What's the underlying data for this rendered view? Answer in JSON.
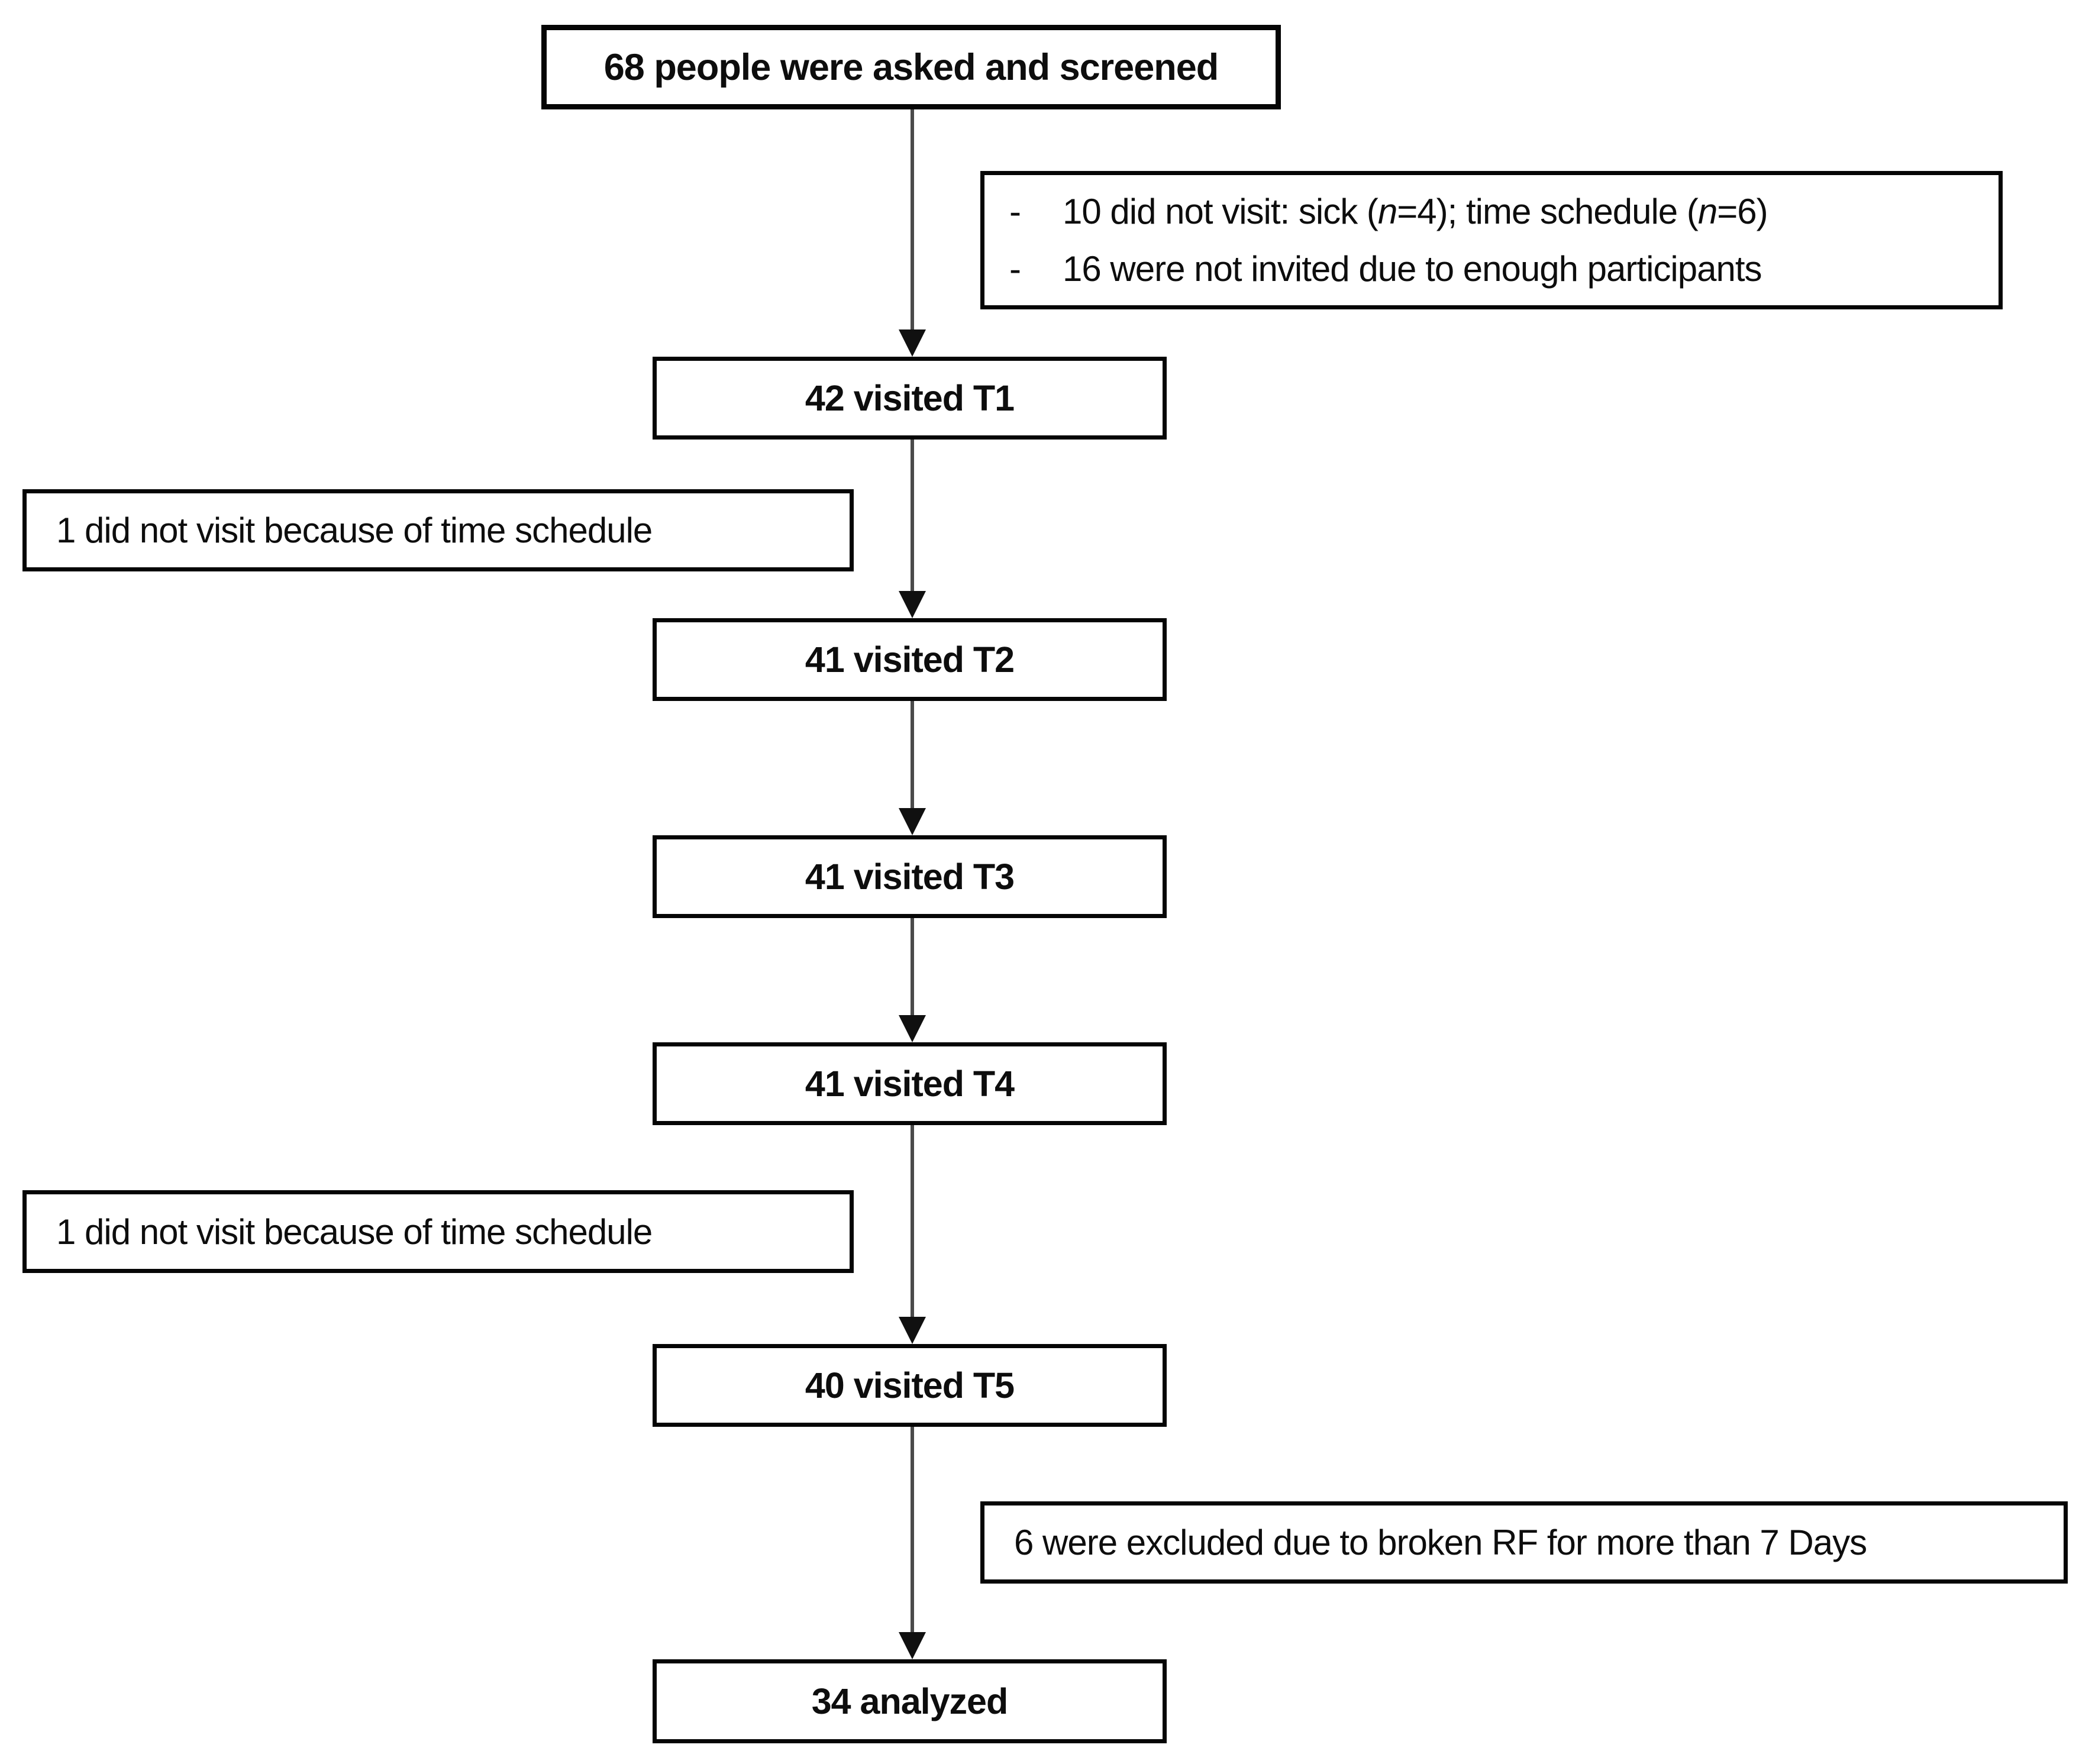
{
  "diagram": {
    "type": "participant-flow-chart",
    "background_color": "#ffffff",
    "box_border_color": "#050505",
    "arrow_color": "#4a4a4a",
    "nodes": {
      "screened": "68 people were asked and screened",
      "t1": "42 visited T1",
      "t2": "41 visited T2",
      "t3": "41 visited T3",
      "t4": "41 visited T4",
      "t5": "40 visited T5",
      "analyzed": "34 analyzed"
    },
    "notes": {
      "right1": {
        "bullet": "-",
        "lines": [
          [
            {
              "t": "10 did not visit: sick ("
            },
            {
              "t": "n",
              "i": true
            },
            {
              "t": "=4); time schedule ("
            },
            {
              "t": "n",
              "i": true
            },
            {
              "t": "=6)"
            }
          ],
          [
            {
              "t": "16 were not invited due to enough participants"
            }
          ]
        ]
      },
      "left1": "1 did not visit because of time schedule",
      "left2": "1 did not visit because of time schedule",
      "right2": "6 were excluded due to broken RF for more than 7 Days"
    },
    "edges": [
      {
        "from": "screened",
        "to": "t1"
      },
      {
        "from": "t1",
        "to": "t2"
      },
      {
        "from": "t2",
        "to": "t3"
      },
      {
        "from": "t3",
        "to": "t4"
      },
      {
        "from": "t4",
        "to": "t5"
      },
      {
        "from": "t5",
        "to": "analyzed"
      }
    ]
  }
}
